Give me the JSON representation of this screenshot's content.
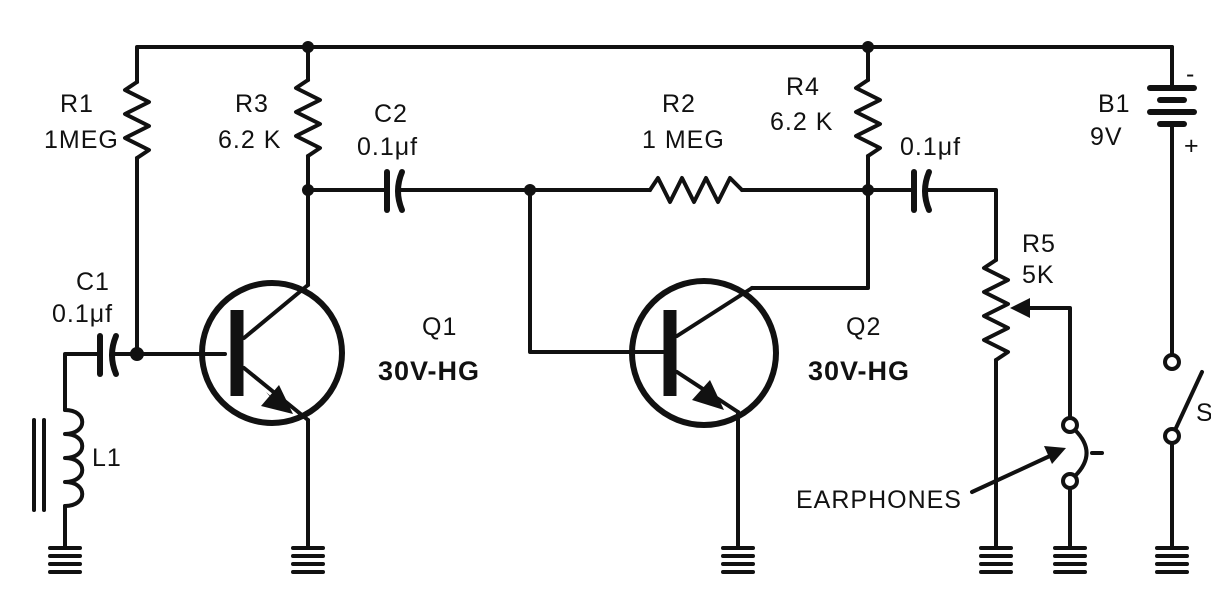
{
  "components": {
    "r1": {
      "ref": "R1",
      "value": "1MEG"
    },
    "r2": {
      "ref": "R2",
      "value": "1 MEG"
    },
    "r3": {
      "ref": "R3",
      "value": "6.2 K"
    },
    "r4": {
      "ref": "R4",
      "value": "6.2 K"
    },
    "r5": {
      "ref": "R5",
      "value": "5K"
    },
    "c1": {
      "ref": "C1",
      "value": "0.1μf"
    },
    "c2": {
      "ref": "C2",
      "value": "0.1μf"
    },
    "c3": {
      "value": "0.1μf"
    },
    "q1": {
      "ref": "Q1",
      "value": "30V-HG"
    },
    "q2": {
      "ref": "Q2",
      "value": "30V-HG"
    },
    "b1": {
      "ref": "B1",
      "value": "9V",
      "minus": "-",
      "plus": "+"
    },
    "l1": {
      "ref": "L1"
    },
    "s": {
      "ref": "S"
    },
    "earphones": {
      "label": "EARPHONES"
    }
  }
}
